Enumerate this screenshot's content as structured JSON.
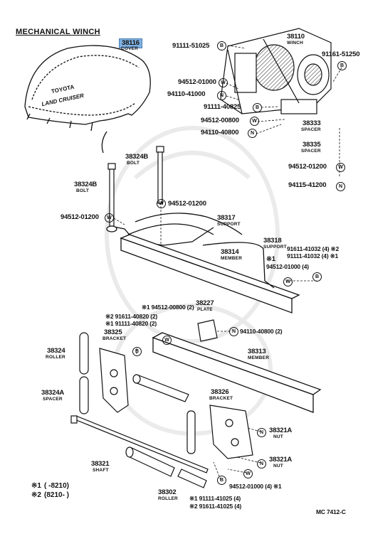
{
  "title": "MECHANICAL WINCH",
  "parts": {
    "cover": {
      "pn": "38116",
      "nm": "COVER"
    },
    "cover_text1": "TOYOTA",
    "cover_text2": "LAND CRUISER",
    "winch": {
      "pn": "38110",
      "nm": "WINCH"
    },
    "bolt_a": {
      "pn": "38324B",
      "nm": "BOLT"
    },
    "bolt_b": {
      "pn": "38324B",
      "nm": "BOLT"
    },
    "support_a": {
      "pn": "38317",
      "nm": "SUPPORT"
    },
    "support_b": {
      "pn": "38318",
      "nm": "SUPPORT"
    },
    "member_a": {
      "pn": "38314",
      "nm": "MEMBER"
    },
    "member_b": {
      "pn": "38313",
      "nm": "MEMBER"
    },
    "plate": {
      "pn": "38227",
      "nm": "PLATE"
    },
    "bracket_a": {
      "pn": "38325",
      "nm": "BRACKET"
    },
    "bracket_b": {
      "pn": "38326",
      "nm": "BRACKET"
    },
    "roller_a": {
      "pn": "38324",
      "nm": "ROLLER"
    },
    "spacer_a": {
      "pn": "38324A",
      "nm": "SPACER"
    },
    "shaft": {
      "pn": "38321",
      "nm": "SHAFT"
    },
    "roller_b": {
      "pn": "38302",
      "nm": "ROLLER"
    },
    "nut_a": {
      "pn": "38321A",
      "nm": "NUT"
    },
    "nut_b": {
      "pn": "38321A",
      "nm": "NUT"
    },
    "spacer_b": {
      "pn": "38333",
      "nm": "SPACER"
    },
    "spacer_c": {
      "pn": "38335",
      "nm": "SPACER"
    }
  },
  "fasteners": {
    "f1": "91111-51025",
    "f2": "94512-01000",
    "f3": "94110-41000",
    "f4": "91111-40825",
    "f5": "94512-00800",
    "f6": "94110-40800",
    "f7": "91161-51250",
    "f8": "94512-01200",
    "f9": "94115-41200",
    "f10": "94512-01200",
    "f11": "94512-01200",
    "f12": "91611-41032 (4) ※2",
    "f13": "91111-41032 (4) ※1",
    "f14": "※1",
    "f15": "94512-01000 (4)",
    "f16": "※1 94512-00800 (2)",
    "f17": "※2 91611-40820 (2)",
    "f18": "※1 91111-40820 (2)",
    "f19": "94110-40800 (2)",
    "f20": "94512-01000 (4) ※1",
    "f21": "※1 91111-41025 (4)",
    "f22": "※2 91611-41025 (4)"
  },
  "symbols": {
    "B": "B",
    "W": "W",
    "N": "N"
  },
  "legend": {
    "l1_mark": "※1",
    "l1_text": "(      -8210)",
    "l2_mark": "※2",
    "l2_text": "(8210-       )"
  },
  "code": "MC 7412-C"
}
